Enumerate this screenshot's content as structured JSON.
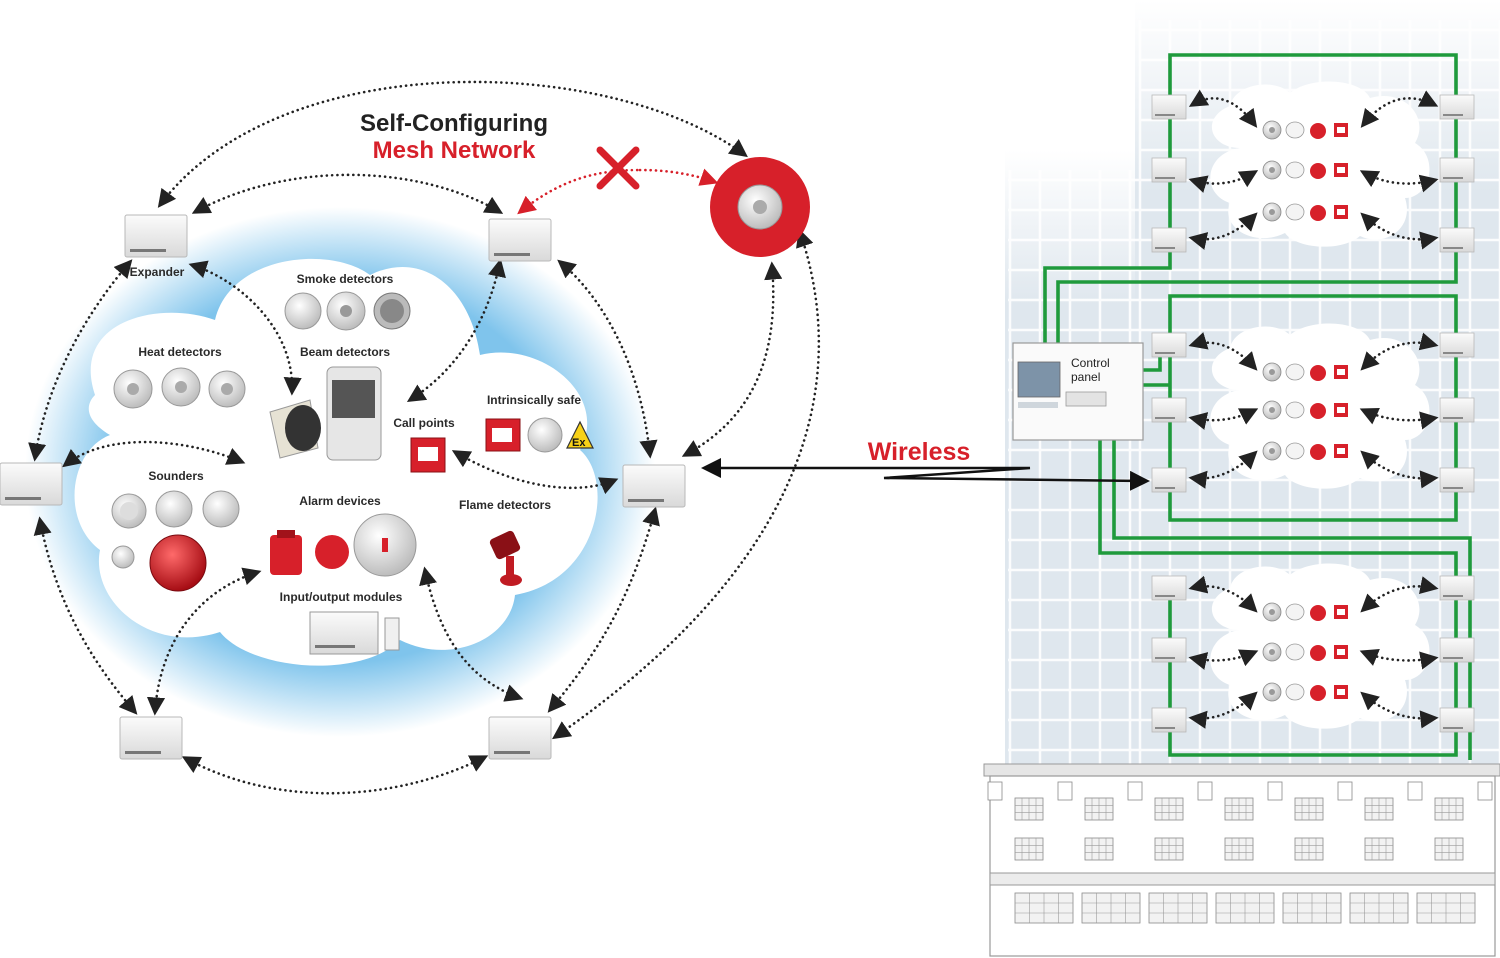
{
  "title": {
    "line1": "Self-Configuring",
    "line2": "Mesh Network"
  },
  "labels": {
    "expander": "Expander",
    "smoke": "Smoke detectors",
    "beam": "Beam detectors",
    "heat": "Heat detectors",
    "call": "Call points",
    "intrinsic": "Intrinsically safe",
    "sounders": "Sounders",
    "alarm": "Alarm devices",
    "flame": "Flame detectors",
    "io": "Input/output modules"
  },
  "wireless": "Wireless",
  "control_panel": {
    "line1": "Control",
    "line2": "panel"
  },
  "ex_mark": "Ex",
  "colors": {
    "accent_red": "#d7202a",
    "wire_green": "#1f9a3c",
    "cloud_blue": "#7fc4ec",
    "building": "#dfe7ee"
  },
  "icons": [
    "expander-unit",
    "smoke-detector",
    "beam-detector",
    "heat-detector",
    "call-point",
    "sounder",
    "alarm-device",
    "flame-detector",
    "io-module",
    "control-panel",
    "failed-link-cross"
  ]
}
